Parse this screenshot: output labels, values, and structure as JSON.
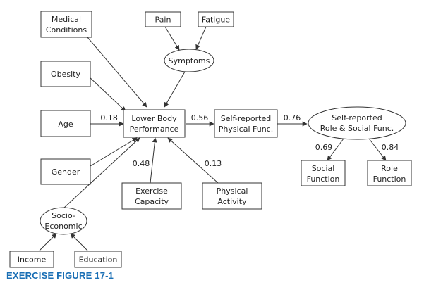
{
  "figure": {
    "caption": "EXERCISE FIGURE 17-1"
  },
  "nodes": {
    "medical_conditions": [
      "Medical",
      "Conditions"
    ],
    "pain": [
      "Pain"
    ],
    "fatigue": [
      "Fatigue"
    ],
    "symptoms": [
      "Symptoms"
    ],
    "obesity": [
      "Obesity"
    ],
    "age": [
      "Age"
    ],
    "lower_body_performance": [
      "Lower Body",
      "Performance"
    ],
    "self_reported_physical": [
      "Self-reported",
      "Physical Func."
    ],
    "self_reported_role_social": [
      "Self-reported",
      "Role & Social Func."
    ],
    "gender": [
      "Gender"
    ],
    "exercise_capacity": [
      "Exercise",
      "Capacity"
    ],
    "physical_activity": [
      "Physical",
      "Activity"
    ],
    "social_function": [
      "Social",
      "Function"
    ],
    "role_function": [
      "Role",
      "Function"
    ],
    "socio_economic": [
      "Socio-",
      "Economic"
    ],
    "income": [
      "Income"
    ],
    "education": [
      "Education"
    ]
  },
  "coefficients": {
    "age_to_lbp": "−0.18",
    "lbp_to_srpf": "0.56",
    "srpf_to_srrsf": "0.76",
    "exercise_to_lbp": "0.48",
    "activity_to_lbp": "0.13",
    "srrsf_to_social": "0.69",
    "srrsf_to_role": "0.84"
  },
  "colors": {
    "line": "#333333",
    "caption": "#1a6fb5"
  }
}
